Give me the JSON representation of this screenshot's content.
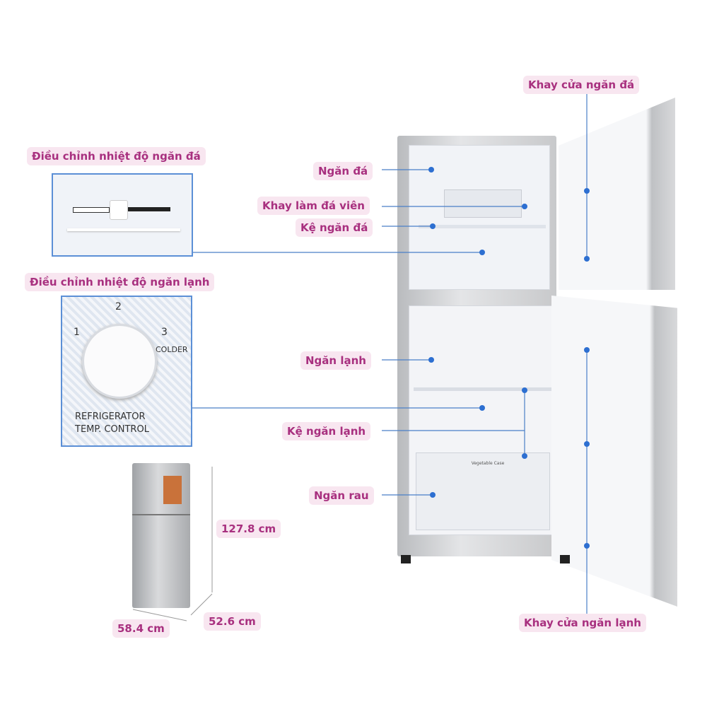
{
  "labels": {
    "freezer_control": "Điều chỉnh nhiệt độ ngăn đá",
    "fridge_control": "Điều chỉnh nhiệt độ ngăn lạnh",
    "freezer": "Ngăn đá",
    "ice_tray": "Khay làm đá viên",
    "freezer_shelf": "Kệ ngăn đá",
    "fridge": "Ngăn lạnh",
    "fridge_shelf": "Kệ ngăn lạnh",
    "vegetable": "Ngăn rau",
    "freezer_door_tray": "Khay cửa ngăn đá",
    "fridge_door_tray": "Khay cửa ngăn lạnh"
  },
  "dial": {
    "n1": "1",
    "n2": "2",
    "n3": "3",
    "colder": "COLDER",
    "caption1": "REFRIGERATOR",
    "caption2": "TEMP. CONTROL"
  },
  "dimensions": {
    "height": "127.8 cm",
    "width": "58.4 cm",
    "depth": "52.6 cm"
  },
  "veg_case": "Vegetable Case",
  "colors": {
    "label_text": "#a8307f",
    "label_bg": "#f8e6f0",
    "line": "#4a7fc8"
  }
}
